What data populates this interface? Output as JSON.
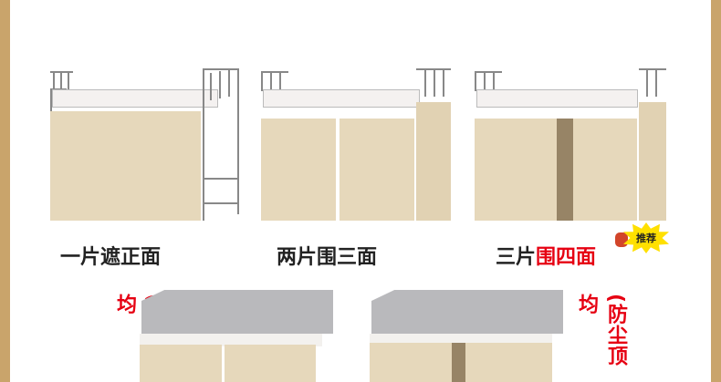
{
  "options": [
    {
      "label": "一片遮正面"
    },
    {
      "label": "两片围三面"
    },
    {
      "label_plain": "三片",
      "label_red": "围四面",
      "badge": "推荐"
    }
  ],
  "note_left": "(防尘顶均",
  "note_right": "(防尘顶均",
  "colors": {
    "border": "#c9a46b",
    "curtain": "#e6d8bb",
    "accent": "#e60012"
  }
}
